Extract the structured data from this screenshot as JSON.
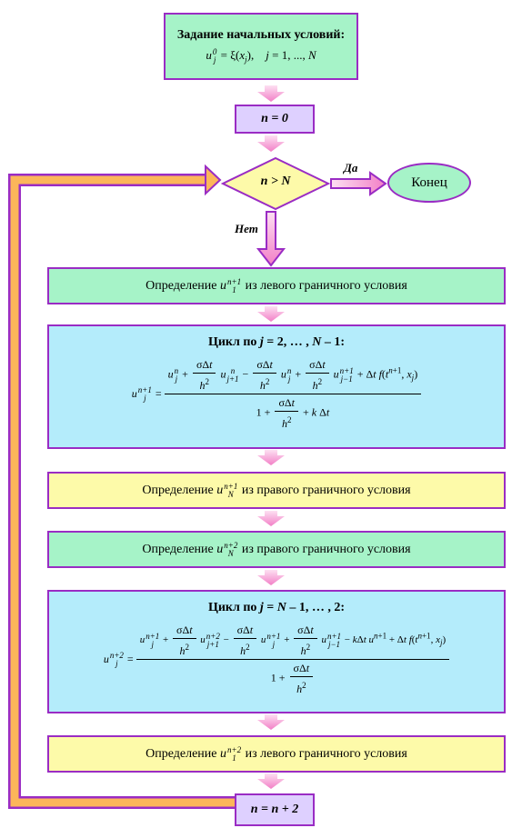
{
  "nodes": {
    "start_title": "Задание начальных условий:",
    "start_formula": "u_j^0 = ξ(x_j),   j = 1, ..., N",
    "n_zero": "n = 0",
    "condition": "n > N",
    "end": "Конец",
    "left_boundary_1": "Определение u_1^{n+1} из левого граничного условия",
    "loop1_title": "Цикл по j = 2, … , N – 1:",
    "right_boundary_1": "Определение u_N^{n+1} из правого граничного условия",
    "right_boundary_2": "Определение u_N^{n+2} из правого граничного условия",
    "loop2_title": "Цикл по j = N – 1, … , 2:",
    "left_boundary_2": "Определение u_1^{n+2} из левого граничного условия",
    "increment": "n = n + 2"
  },
  "labels": {
    "yes": "Да",
    "no": "Нет"
  },
  "text": {
    "define": "Определение",
    "from_left": "из левого граничного условия",
    "from_right": "из правого граничного условия"
  },
  "colors": {
    "border": "#9a2cc4",
    "arrow": "#f59bd6",
    "loop_arrow": "#fcb65a",
    "green": "#a6f3c8",
    "violet": "#ded0ff",
    "cyan": "#b4ecfb",
    "yellow": "#fdfaa9"
  }
}
